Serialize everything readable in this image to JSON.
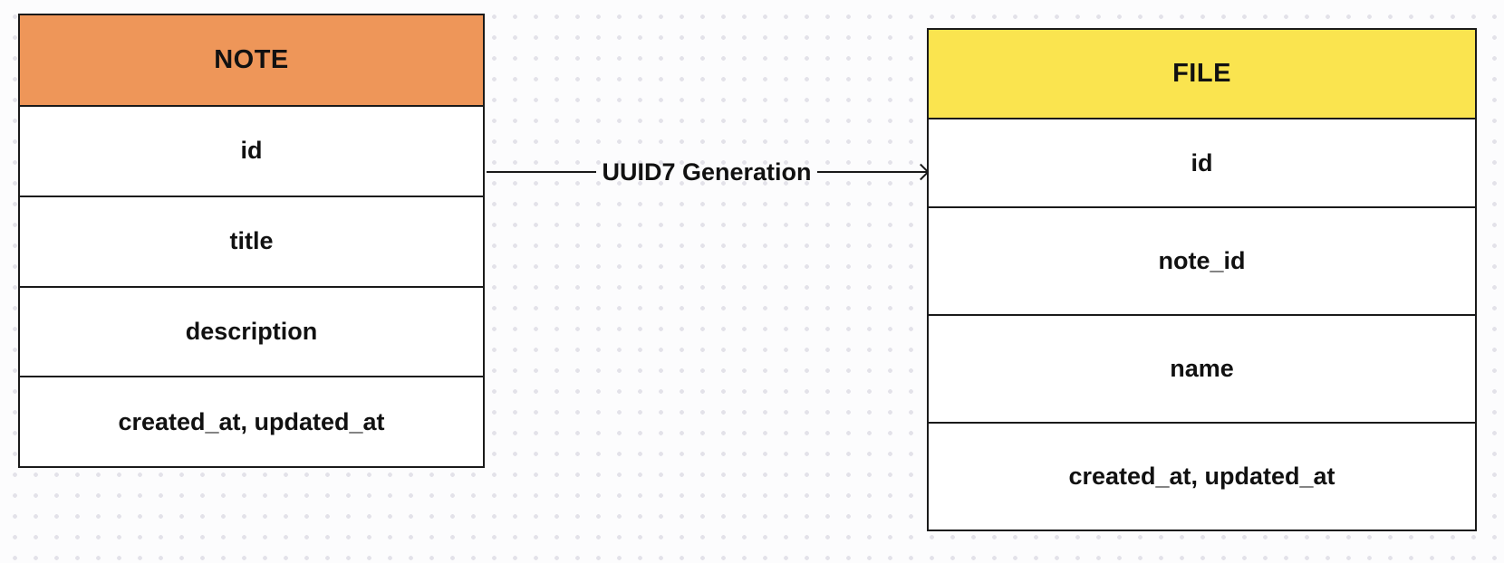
{
  "colors": {
    "note_header": "#EE9659",
    "file_header": "#FAE44F",
    "border": "#1A1A1A",
    "background": "#FCFCFD",
    "dot": "#E3E2E9",
    "text": "#111111"
  },
  "entities": [
    {
      "title": "NOTE",
      "fields": [
        "id",
        "title",
        "description",
        "created_at, updated_at"
      ]
    },
    {
      "title": "FILE",
      "fields": [
        "id",
        "note_id",
        "name",
        "created_at, updated_at"
      ]
    }
  ],
  "connector": {
    "label": "UUID7 Generation"
  }
}
